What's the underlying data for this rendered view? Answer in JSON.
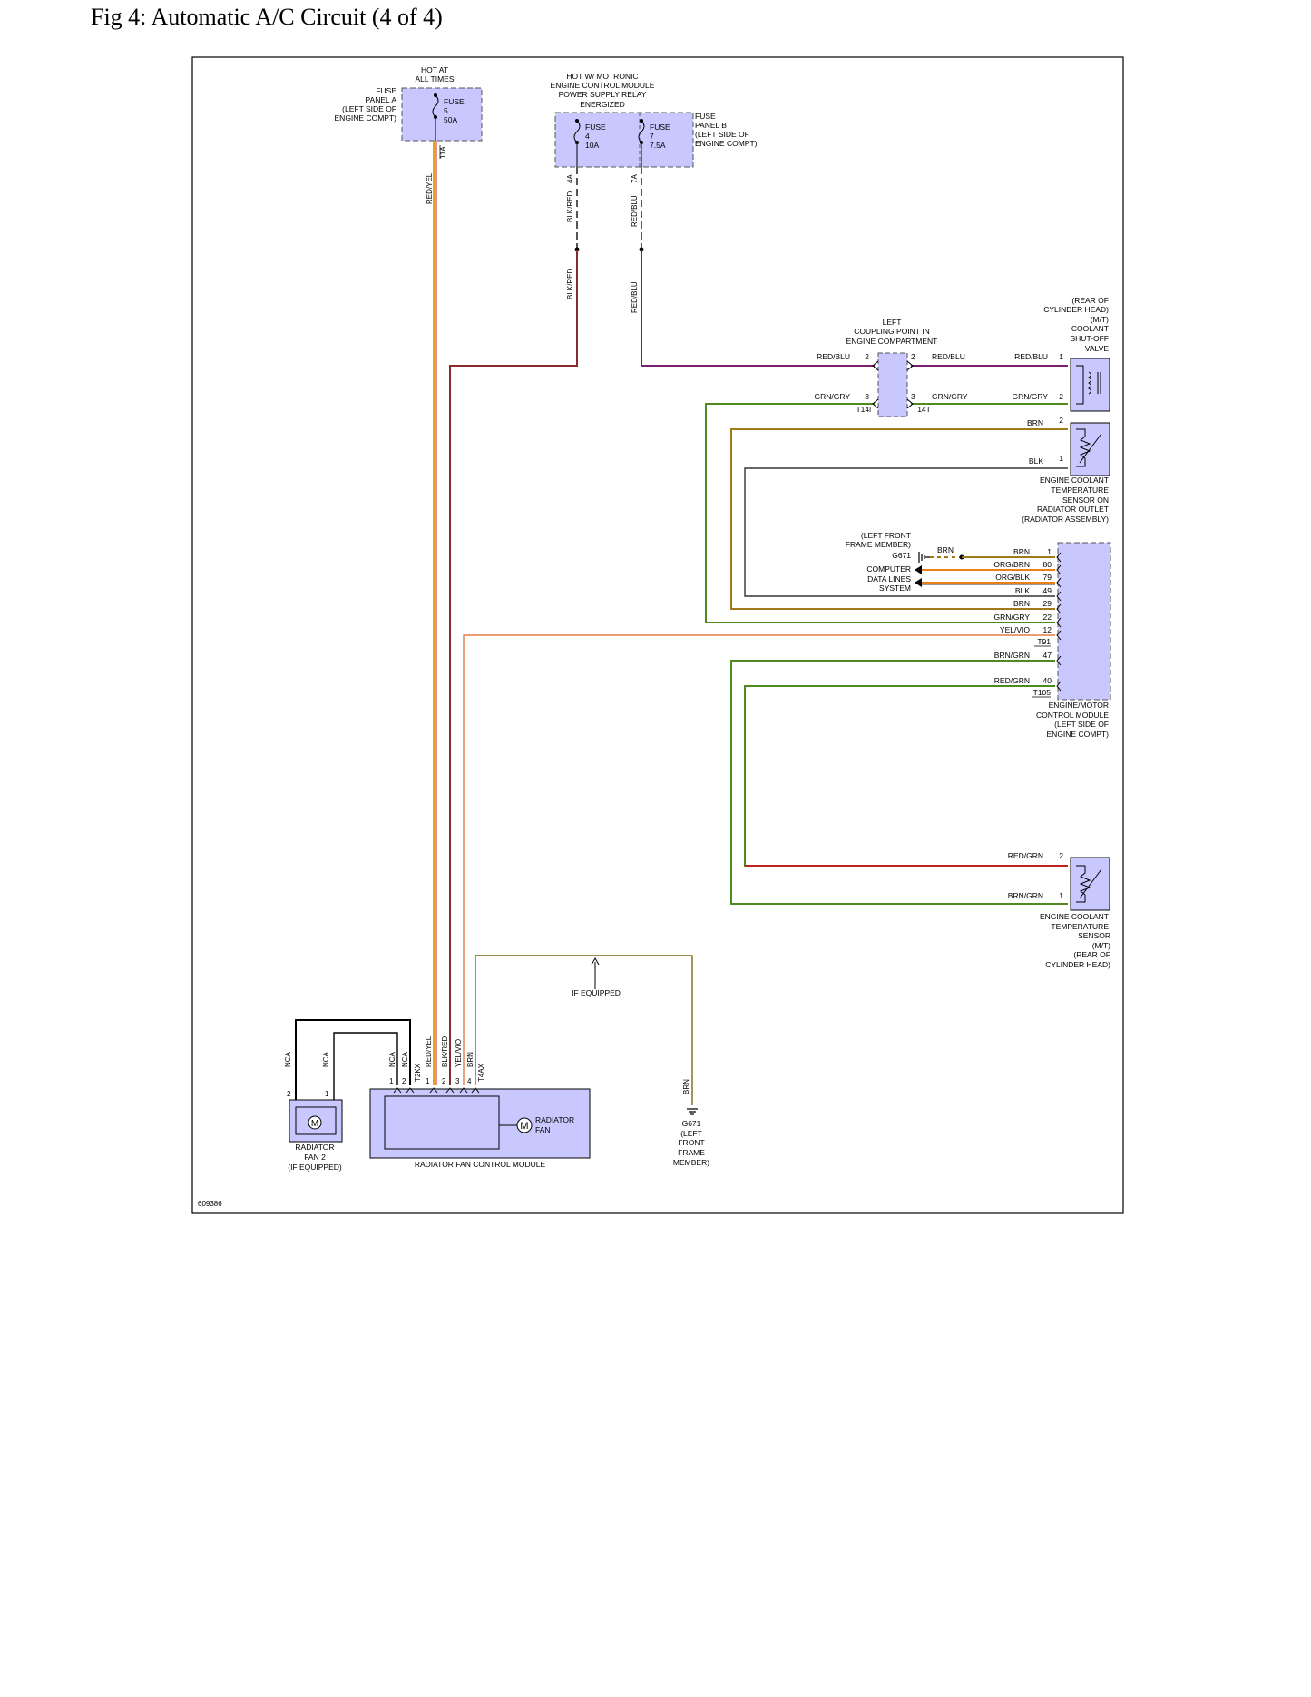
{
  "page_title": "Fig 4: Automatic A/C Circuit (4 of 4)",
  "diagram_id": "609386",
  "colors": {
    "component_fill": "#c8c8ff",
    "red_yel": "#e8a020",
    "blk_red": "#8b2a2a",
    "red_blu": "#7a1f6e",
    "grn_gry": "#4e8a1e",
    "brn": "#a07a1a",
    "blk": "#333333",
    "yel_vio": "#e87a4a",
    "brn_grn": "#4e8a1e",
    "red_grn": "#c02020"
  },
  "fuse_a": {
    "hot_label": [
      "HOT AT",
      "ALL TIMES"
    ],
    "panel_label": [
      "FUSE",
      "PANEL A",
      "(LEFT SIDE OF",
      "ENGINE COMPT)"
    ],
    "fuse_label": [
      "FUSE",
      "5",
      "50A"
    ],
    "terminal": "11A",
    "wire": "RED/YEL"
  },
  "fuse_b": {
    "hot_label": [
      "HOT W/ MOTRONIC",
      "ENGINE CONTROL MODULE",
      "POWER SUPPLY RELAY",
      "ENERGIZED"
    ],
    "panel_label": [
      "FUSE",
      "PANEL B",
      "(LEFT SIDE OF",
      "ENGINE COMPT)"
    ],
    "fuse4_label": [
      "FUSE",
      "4",
      "10A"
    ],
    "fuse7_label": [
      "FUSE",
      "7",
      "7.5A"
    ],
    "term4": "4A",
    "term7": "7A",
    "wire4": "BLK/RED",
    "wire7": "RED/BLU"
  },
  "coupling": {
    "label": [
      "LEFT",
      "COUPLING POINT IN",
      "ENGINE COMPARTMENT"
    ],
    "left_conn": "T14l",
    "right_conn": "T14T",
    "pin_top": "2",
    "pin_bot": "3",
    "wire_top": "RED/BLU",
    "wire_bot": "GRN/GRY"
  },
  "shutoff_valve": {
    "label": [
      "(REAR OF",
      "CYLINDER HEAD)",
      "(M/T)",
      "COOLANT",
      "SHUT-OFF",
      "VALVE"
    ],
    "pin1": "1",
    "pin2": "2",
    "wire1": "RED/BLU",
    "wire2": "GRN/GRY"
  },
  "temp_sensor_outlet": {
    "label": [
      "ENGINE COOLANT",
      "TEMPERATURE",
      "SENSOR ON",
      "RADIATOR OUTLET",
      "(RADIATOR ASSEMBLY)"
    ],
    "pin2": "2",
    "pin1": "1",
    "wire2": "BRN",
    "wire1": "BLK"
  },
  "ground_top": {
    "label": [
      "(LEFT FRONT",
      "FRAME MEMBER)",
      "G671"
    ],
    "wire": "BRN"
  },
  "data_lines": {
    "label": [
      "COMPUTER",
      "DATA LINES",
      "SYSTEM"
    ]
  },
  "ecm": {
    "label": [
      "ENGINE/MOTOR",
      "CONTROL MODULE",
      "(LEFT SIDE OF",
      "ENGINE COMPT)"
    ],
    "pins": [
      {
        "wire": "BRN",
        "pin": "1"
      },
      {
        "wire": "ORG/BRN",
        "pin": "80"
      },
      {
        "wire": "ORG/BLK",
        "pin": "79"
      },
      {
        "wire": "BLK",
        "pin": "49"
      },
      {
        "wire": "BRN",
        "pin": "29"
      },
      {
        "wire": "GRN/GRY",
        "pin": "22"
      },
      {
        "wire": "YEL/VIO",
        "pin": "12"
      },
      {
        "wire": "BRN/GRN",
        "pin": "47"
      },
      {
        "wire": "RED/GRN",
        "pin": "40"
      }
    ],
    "conn1": "T91",
    "conn2": "T105"
  },
  "temp_sensor_mt": {
    "label": [
      "ENGINE COOLANT",
      "TEMPERATURE",
      "SENSOR",
      "(M/T)",
      "(REAR OF",
      "CYLINDER HEAD)"
    ],
    "pin2": "2",
    "pin1": "1",
    "wire2": "RED/GRN",
    "wire1": "BRN/GRN"
  },
  "if_equipped": "IF EQUIPPED",
  "fan_module": {
    "label": "RADIATOR FAN CONTROL MODULE",
    "fan_label": [
      "RADIATOR",
      "FAN"
    ],
    "motor": "M",
    "conn_left": "T2KX",
    "conn_right": "T4AX",
    "wires": [
      "NCA",
      "NCA",
      "RED/YEL",
      "BLK/RED",
      "YEL/VIO",
      "BRN"
    ],
    "pins": [
      "1",
      "2",
      "1",
      "2",
      "3",
      "4"
    ]
  },
  "fan2": {
    "label": [
      "RADIATOR",
      "FAN 2",
      "(IF EQUIPPED)"
    ],
    "motor": "M",
    "wires": [
      "NCA",
      "NCA"
    ],
    "pins": [
      "2",
      "1"
    ]
  },
  "ground_bottom": {
    "label": [
      "G671",
      "(LEFT",
      "FRONT",
      "FRAME",
      "MEMBER)"
    ],
    "wire": "BRN"
  }
}
